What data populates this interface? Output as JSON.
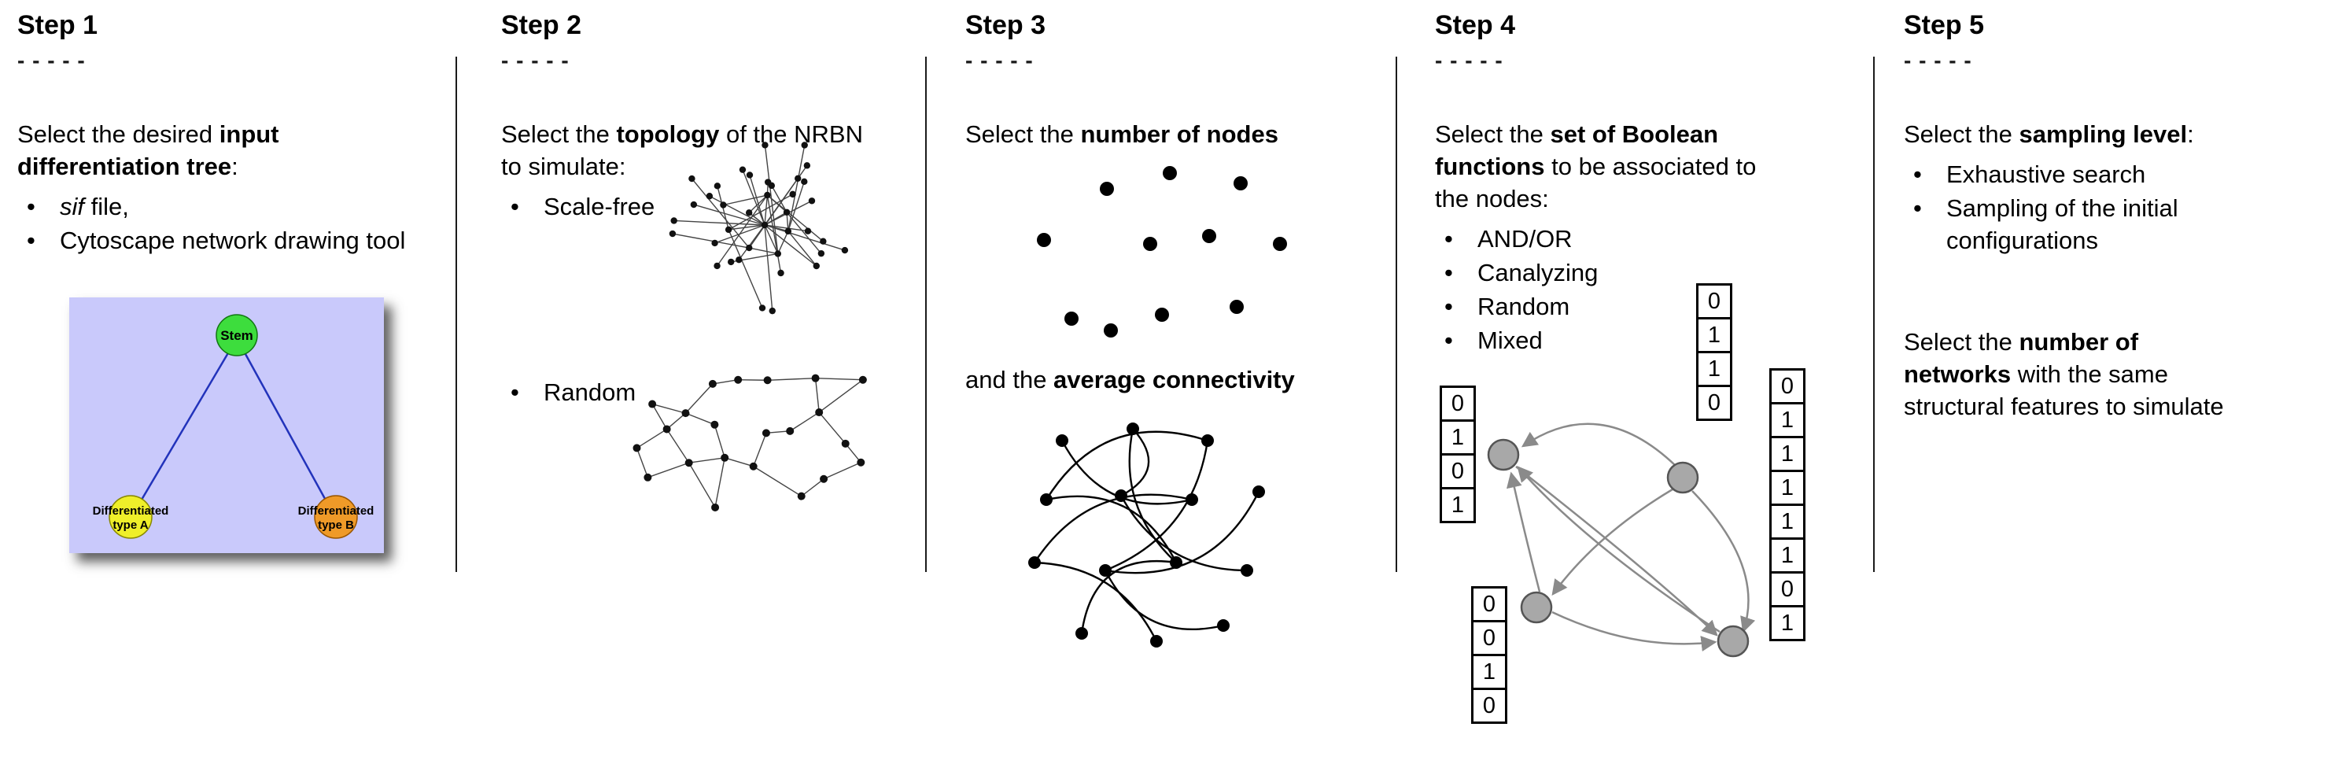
{
  "bullet_char": "•",
  "steps": [
    {
      "title": "Step 1",
      "dashes": "- - - - -",
      "intro": {
        "pre": "Select the desired ",
        "bold": "input differentiation tree",
        "post": ":"
      },
      "bullets": [
        {
          "italic": "sif",
          "text": " file,"
        },
        {
          "text": "Cytoscape network drawing tool"
        }
      ],
      "tree": {
        "background": "#c9c9fb",
        "edge_color": "#2233bb",
        "nodes": [
          {
            "lines": [
              "Stem"
            ],
            "color": "#3ddd3d"
          },
          {
            "lines": [
              "Differentiated",
              "type A"
            ],
            "color": "#efef2a"
          },
          {
            "lines": [
              "Differentiated",
              "type B"
            ],
            "color": "#ef9a28"
          }
        ]
      }
    },
    {
      "title": "Step 2",
      "dashes": "- - - - -",
      "intro": {
        "pre": "Select the ",
        "bold": "topology",
        "post": " of the NRBN to simulate:"
      },
      "bullets": [
        {
          "text": "Scale-free"
        },
        {
          "text": "Random"
        }
      ],
      "figures": [
        "scale-free-network",
        "random-network"
      ]
    },
    {
      "title": "Step 3",
      "dashes": "- - - - -",
      "intro": {
        "pre": "Select the ",
        "bold": "number of nodes",
        "post": ""
      },
      "second": {
        "pre": "and the ",
        "bold": "average connectivity",
        "post": ""
      },
      "figures": [
        "scattered-nodes",
        "tangled-network"
      ]
    },
    {
      "title": "Step 4",
      "dashes": "- - - - -",
      "intro": {
        "pre": "Select the ",
        "bold": "set of Boolean functions",
        "post": " to be associated to the nodes:"
      },
      "bullets": [
        {
          "text": "AND/OR"
        },
        {
          "text": "Canalyzing"
        },
        {
          "text": "Random"
        },
        {
          "text": "Mixed"
        }
      ],
      "colors": {
        "node_fill": "#a8a8a8",
        "node_stroke": "#555555",
        "edge": "#8a8a8a"
      },
      "truth_tables": [
        {
          "name": "table-top",
          "values": [
            "0",
            "1",
            "1",
            "0"
          ]
        },
        {
          "name": "table-left",
          "values": [
            "0",
            "1",
            "0",
            "1"
          ]
        },
        {
          "name": "table-right",
          "values": [
            "0",
            "1",
            "1",
            "1",
            "1",
            "1",
            "0",
            "1"
          ]
        },
        {
          "name": "table-bottom-left",
          "values": [
            "0",
            "0",
            "1",
            "0"
          ]
        }
      ],
      "figure": "boolean-network-with-truth-tables"
    },
    {
      "title": "Step 5",
      "dashes": "- - - - -",
      "intro": {
        "pre": "Select the ",
        "bold": "sampling level",
        "post": ":"
      },
      "bullets": [
        {
          "text": "Exhaustive search"
        },
        {
          "text": "Sampling of the initial configurations"
        }
      ],
      "second_lines": [
        {
          "pre": "Select the ",
          "bold": "number of",
          "post": ""
        },
        {
          "pre": "",
          "bold": "networks",
          "post": " with the same"
        },
        {
          "pre": "",
          "bold": "",
          "post": "structural features to simulate"
        }
      ]
    }
  ]
}
